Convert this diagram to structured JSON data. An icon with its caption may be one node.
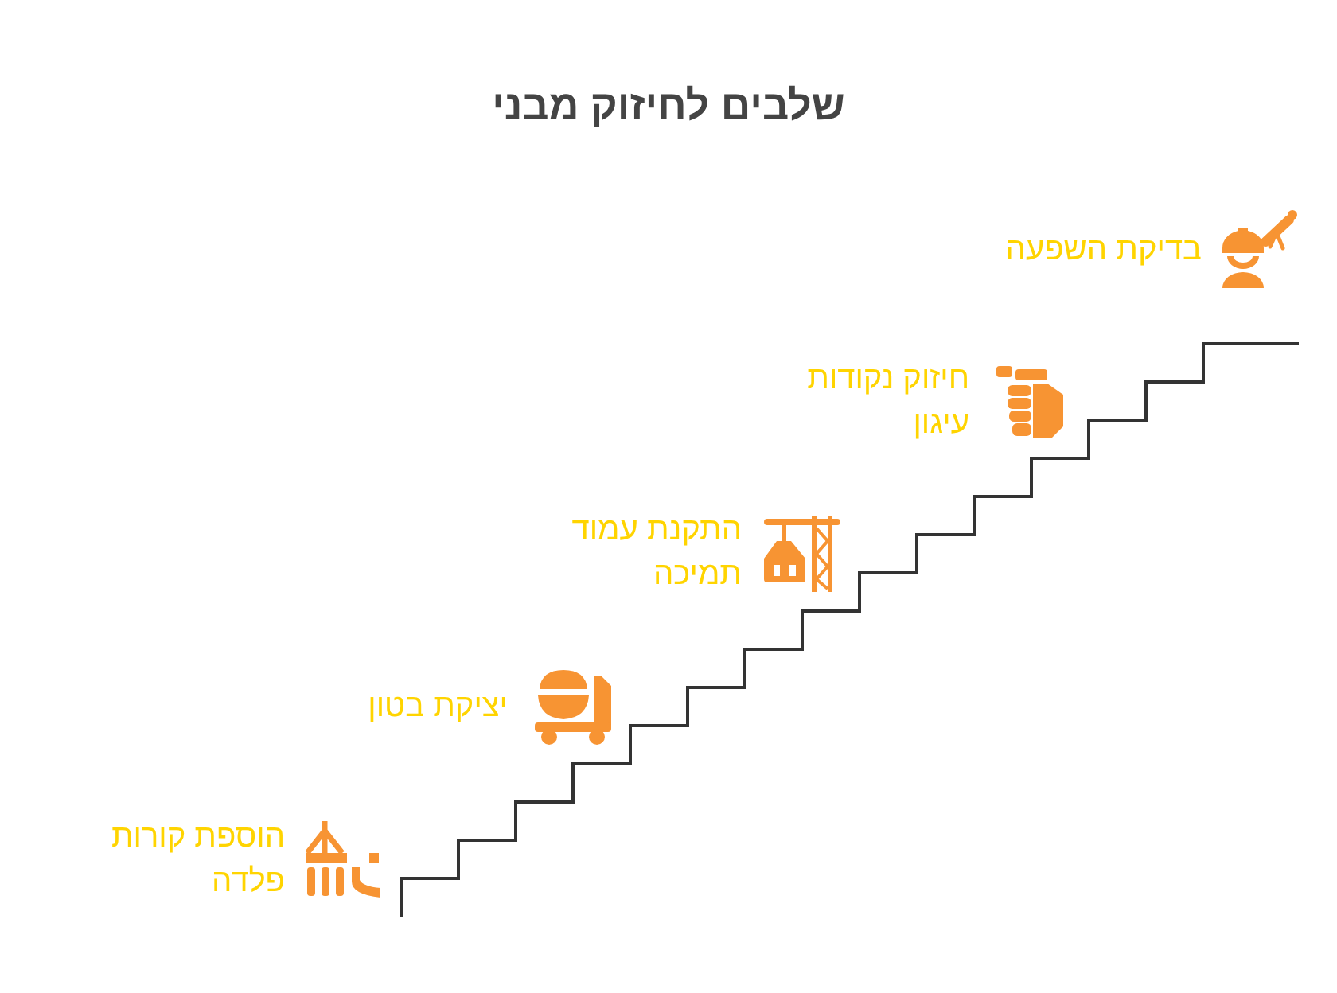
{
  "diagram": {
    "title": "שלבים לחיזוק מבני",
    "labels": [
      "בדיקת השפעה",
      "חיזוק נקודות עיגון",
      "התקנת עמוד תמיכה",
      "יציקת בטון",
      "הוספת קורות פלדה"
    ]
  }
}
